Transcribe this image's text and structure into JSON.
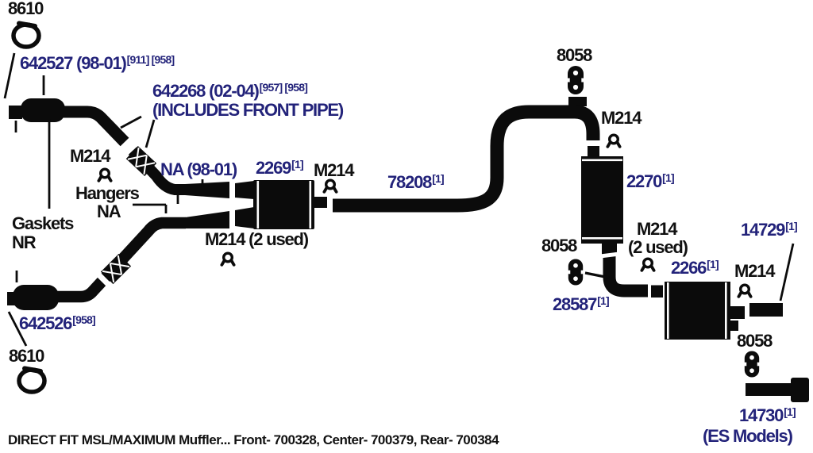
{
  "diagram_title": "Exhaust system parts diagram",
  "colors": {
    "part_number_blue": "#23237a",
    "label_black": "#111111",
    "pipe_black": "#0b0b0b",
    "background": "#ffffff"
  },
  "icons": {
    "clamp": "band-clamp-icon",
    "gasket": "flange-gasket-icon",
    "hanger": "rubber-hanger-icon",
    "sleeve": "flex-coupling-sleeve-icon"
  },
  "labels": {
    "p8610_top": {
      "text": "8610"
    },
    "p642527": {
      "text": "642527 (98-01)",
      "sup": "[911] [958]"
    },
    "p642268": {
      "text": "642268 (02-04)",
      "sup": "[957] [958]"
    },
    "p642268_note": {
      "text": "(INCLUDES FRONT PIPE)"
    },
    "m214_front": {
      "text": "M214"
    },
    "na_9801": {
      "text": "NA (98-01)"
    },
    "hangers": {
      "text": "Hangers"
    },
    "hangers_na": {
      "text": "NA"
    },
    "gaskets": {
      "text": "Gaskets"
    },
    "gaskets_nr": {
      "text": "NR"
    },
    "p2269": {
      "text": "2269",
      "sup": "[1]"
    },
    "m214_center": {
      "text": "M214"
    },
    "m214_2used_left": {
      "text": "M214 (2 used)"
    },
    "p78208": {
      "text": "78208",
      "sup": "[1]"
    },
    "p8058_top": {
      "text": "8058"
    },
    "m214_right_top": {
      "text": "M214"
    },
    "p2270": {
      "text": "2270",
      "sup": "[1]"
    },
    "p8058_mid": {
      "text": "8058"
    },
    "m214_2used_r1": {
      "text": "M214"
    },
    "m214_2used_r2": {
      "text": "(2 used)"
    },
    "p2266": {
      "text": "2266",
      "sup": "[1]"
    },
    "p28587": {
      "text": "28587",
      "sup": "[1]"
    },
    "p14729": {
      "text": "14729",
      "sup": "[1]"
    },
    "m214_rear": {
      "text": "M214"
    },
    "p8058_rear": {
      "text": "8058"
    },
    "p14730": {
      "text": "14730",
      "sup": "[1]"
    },
    "p14730_note": {
      "text": "(ES Models)"
    },
    "p642526": {
      "text": "642526",
      "sup": "[958]"
    },
    "p8610_bottom": {
      "text": "8610"
    }
  },
  "footer": {
    "text": "DIRECT FIT MSL/MAXIMUM Muffler... Front- 700328, Center- 700379, Rear- 700384"
  }
}
